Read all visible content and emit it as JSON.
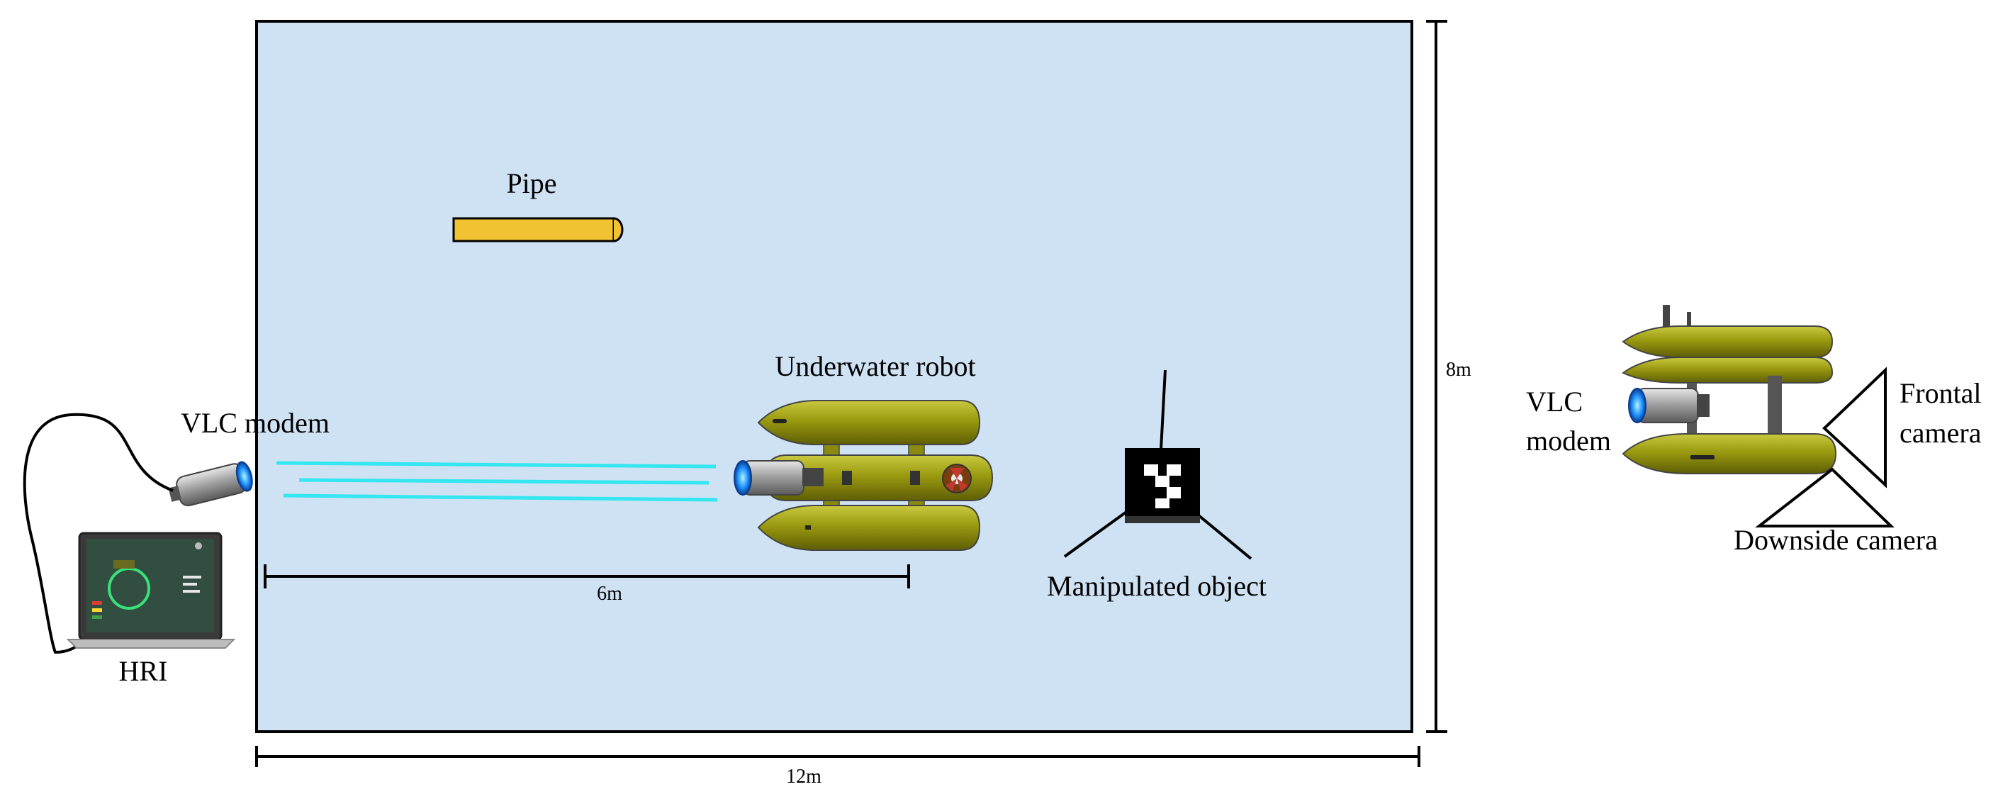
{
  "labels": {
    "pipe": "Pipe",
    "underwater_robot": "Underwater robot",
    "vlc_modem_left": "VLC modem",
    "vlc_modem_right_line1": "VLC",
    "vlc_modem_right_line2": "modem",
    "manipulated_object": "Manipulated object",
    "hri": "HRI",
    "frontal_camera_line1": "Frontal",
    "frontal_camera_line2": "camera",
    "downside_camera": "Downside camera"
  },
  "dimensions": {
    "width": "12m",
    "height": "8m",
    "distance": "6m"
  },
  "colors": {
    "pool": "#cfe2f3",
    "pipe": "#f1c232",
    "hull": "#9a9a10",
    "hull_dark": "#6b6b08",
    "light_beam": "#33e6f0",
    "modem_glow": "#1e90ff"
  }
}
